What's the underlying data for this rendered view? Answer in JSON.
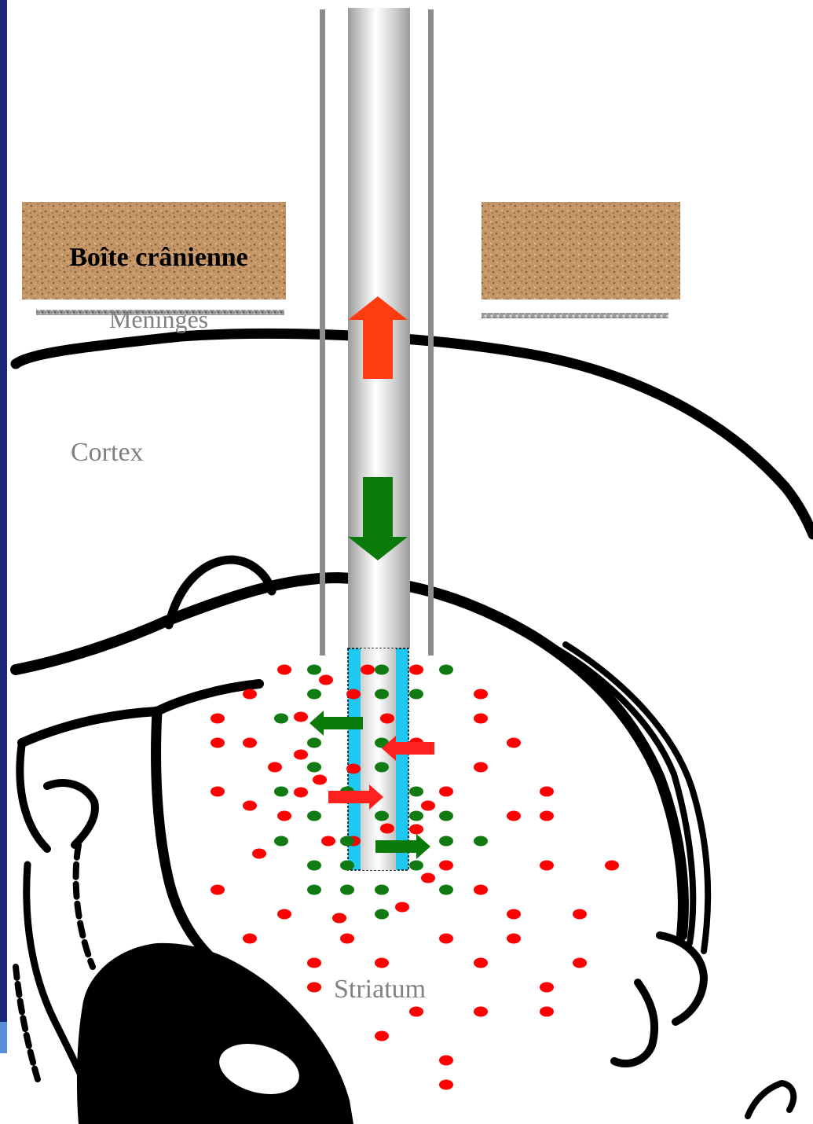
{
  "labels": {
    "skull": "Boîte crânienne",
    "meninges": "Méninges",
    "cortex": "Cortex",
    "striatum": "Striatum"
  },
  "colors": {
    "frame_blue": "#1a2a7a",
    "probe_light": "#f2f2f2",
    "probe_dark": "#a6a6a6",
    "guide_tube": "#8c8c8c",
    "membrane": "#1ec8f0",
    "arrow_red": "#ff2020",
    "arrow_orange": "#ff3b10",
    "arrow_green": "#0a7a0a",
    "dot_red": "#ff0000",
    "dot_green": "#127a12",
    "bone_base": "#c49566",
    "label_gray": "#808080"
  },
  "icons": {
    "efflux_arrow": "up-arrow-icon",
    "perfusion_arrow": "down-arrow-icon"
  }
}
